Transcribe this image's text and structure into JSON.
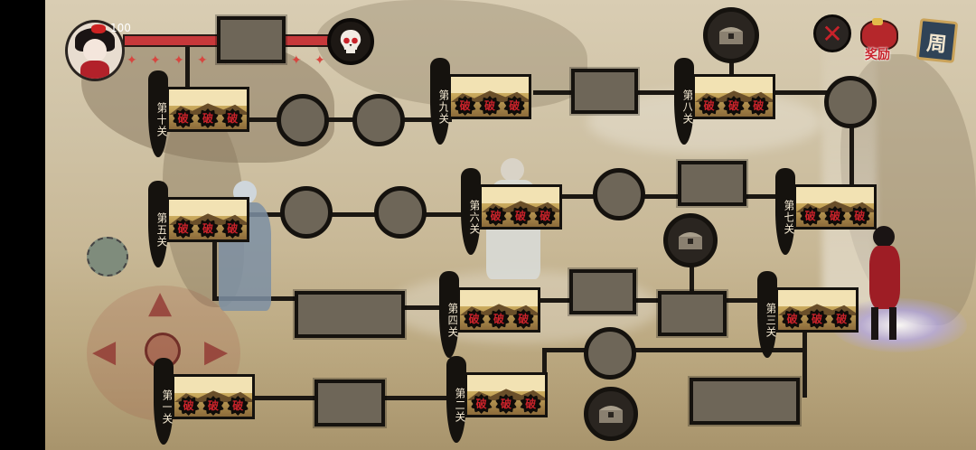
{
  "hud": {
    "hp_value": "100",
    "close_icon": "close-x-icon",
    "reward_label": "奖励",
    "week_label": "周"
  },
  "levels": [
    {
      "label": "第一关",
      "seals": [
        "破",
        "破",
        "破"
      ]
    },
    {
      "label": "第二关",
      "seals": [
        "破",
        "破",
        "破"
      ]
    },
    {
      "label": "第三关",
      "seals": [
        "破",
        "破",
        "破"
      ]
    },
    {
      "label": "第四关",
      "seals": [
        "破",
        "破",
        "破"
      ]
    },
    {
      "label": "第五关",
      "seals": [
        "破",
        "破",
        "破"
      ]
    },
    {
      "label": "第六关",
      "seals": [
        "破",
        "破",
        "破"
      ]
    },
    {
      "label": "第七关",
      "seals": [
        "破",
        "破",
        "破"
      ]
    },
    {
      "label": "第八关",
      "seals": [
        "破",
        "破",
        "破"
      ]
    },
    {
      "label": "第九关",
      "seals": [
        "破",
        "破",
        "破"
      ]
    },
    {
      "label": "第十关",
      "seals": [
        "破",
        "破",
        "破"
      ]
    }
  ],
  "colors": {
    "ink": "#15120e",
    "seal_red": "#c8222a",
    "hp_red": "#c7383a",
    "node_fill": "#6e6658"
  }
}
